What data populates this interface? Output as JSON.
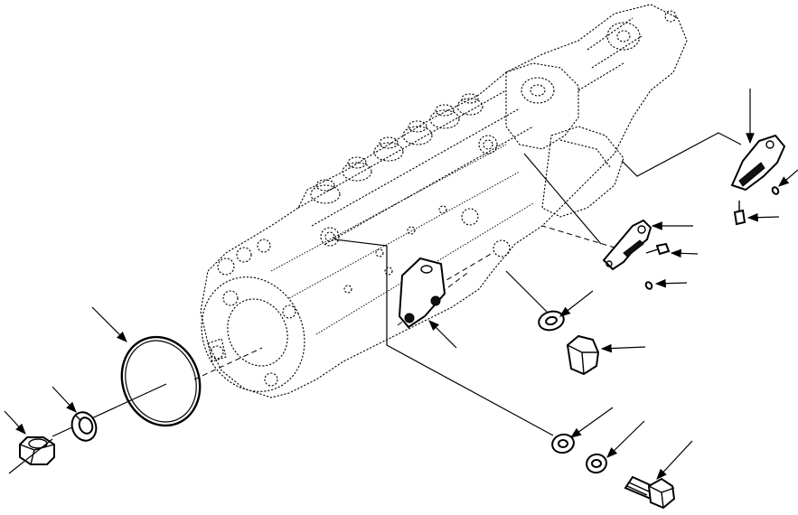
{
  "diagram": {
    "parts": [
      {
        "id": "injection-pump",
        "kind": "background"
      },
      {
        "id": "o-ring"
      },
      {
        "id": "lock-washer"
      },
      {
        "id": "nut"
      },
      {
        "id": "cover-plate"
      },
      {
        "id": "sealing-washer-upper"
      },
      {
        "id": "plug"
      },
      {
        "id": "lever-lower"
      },
      {
        "id": "lever-screw-lower"
      },
      {
        "id": "lever-pin-lower"
      },
      {
        "id": "lever-upper"
      },
      {
        "id": "lever-screw-upper"
      },
      {
        "id": "lever-pin-upper"
      },
      {
        "id": "sealing-washer-outer"
      },
      {
        "id": "sealing-washer-inner"
      },
      {
        "id": "banjo-bolt"
      }
    ],
    "callout_count": 16
  }
}
